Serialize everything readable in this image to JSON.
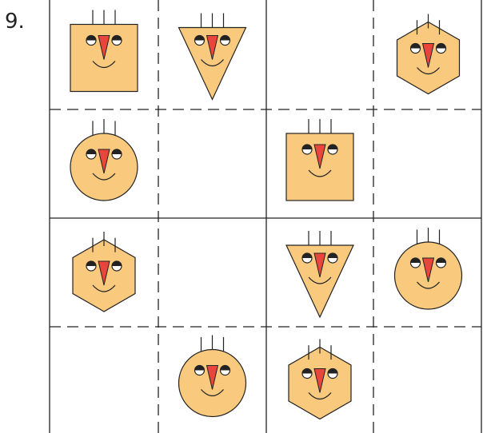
{
  "problem_number": "9.",
  "colors": {
    "face_fill": "#F9C97D",
    "nose_fill": "#E8453C",
    "outline": "#222222",
    "grid_line": "#222222"
  },
  "grid": {
    "rows": 4,
    "cols": 4,
    "solid_vertical_lines": [
      0,
      2,
      4
    ],
    "dashed_vertical_lines": [
      1,
      3
    ],
    "solid_horizontal_lines": [
      2
    ],
    "dashed_horizontal_lines": [
      1,
      3
    ],
    "cells": [
      [
        "square",
        "triangle",
        "",
        "hexagon"
      ],
      [
        "circle",
        "",
        "square",
        ""
      ],
      [
        "hexagon",
        "",
        "triangle",
        "circle"
      ],
      [
        "",
        "circle",
        "hexagon",
        ""
      ]
    ]
  }
}
